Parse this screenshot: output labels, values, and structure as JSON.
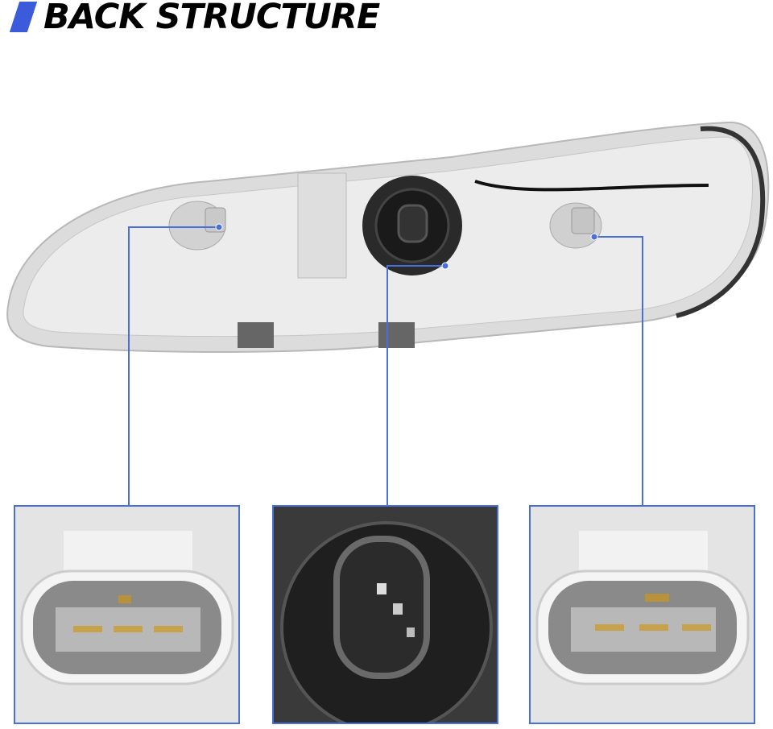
{
  "header": {
    "title": "BACK STRUCTURE"
  },
  "colors": {
    "accent": "#3b5bdb",
    "callout": "#4a6fd8"
  },
  "insets": [
    {
      "name": "left-connector-closeup",
      "type": "3-pin connector"
    },
    {
      "name": "center-bulb-socket-closeup",
      "type": "bulb socket"
    },
    {
      "name": "right-connector-closeup",
      "type": "3-pin connector"
    }
  ]
}
